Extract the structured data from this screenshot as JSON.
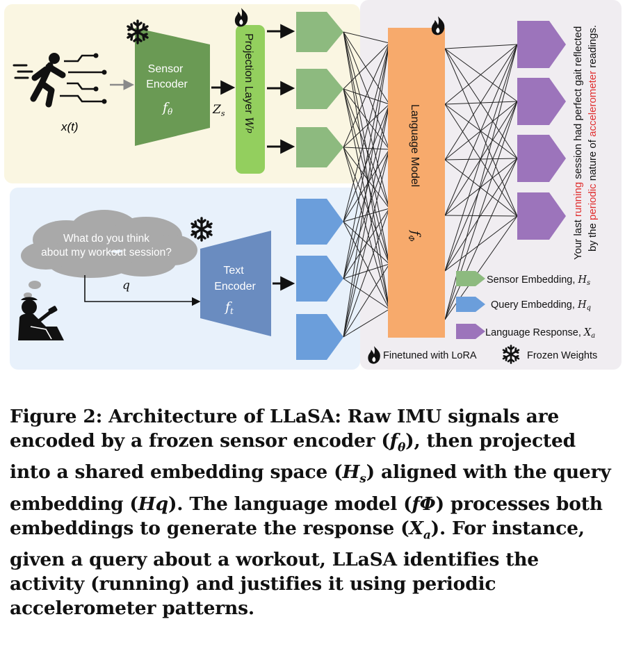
{
  "diagram": {
    "signal_label": "x(t)",
    "sensor_encoder": {
      "line1": "Sensor",
      "line2": "Encoder",
      "symbol": "f",
      "subscript": "θ"
    },
    "sensor_latent": {
      "symbol": "Z",
      "subscript": "s"
    },
    "projection_layer": {
      "label": "Projection Layer",
      "symbol": "W",
      "subscript": "p"
    },
    "query_bubble": {
      "line1": "What do you think",
      "line2": "about my workout session?"
    },
    "query_symbol": "q",
    "text_encoder": {
      "line1": "Text",
      "line2": "Encoder",
      "symbol": "f",
      "subscript": "t"
    },
    "language_model": {
      "label": "Language Model",
      "symbol": "f",
      "subscript": "Φ"
    },
    "response": {
      "line1_pre": "Your last ",
      "line1_hl": "running",
      "line1_post": " session had perfect gait reflected",
      "line2_pre": "by the ",
      "line2_hl1": "periodic",
      "line2_mid": " nature of ",
      "line2_hl2": "accelerometer",
      "line2_post": " readings."
    },
    "legend": {
      "sensor": {
        "label": "Sensor Embedding,",
        "symbol": "H",
        "subscript": "s"
      },
      "query": {
        "label": "Query Embedding,",
        "symbol": "H",
        "subscript": "q"
      },
      "response": {
        "label": "Language Response,",
        "symbol": "X",
        "subscript": "a"
      },
      "finetuned": "Finetuned with LoRA",
      "frozen": "Frozen Weights"
    },
    "colors": {
      "sensor_panel": "#faf6e2",
      "query_panel": "#e8f1fb",
      "lm_panel": "#f0edf1",
      "sensor_encoder": "#6a9a54",
      "projection": "#93cf5e",
      "sensor_embedding": "#8dba7f",
      "text_encoder": "#6a8cc0",
      "query_embedding": "#6b9edb",
      "language_model": "#f7aa6c",
      "response_embedding": "#9c74bb",
      "highlight": "#e03030"
    },
    "icons": [
      "running-person-icon",
      "snowflake-icon",
      "fire-icon",
      "thought-bubble-icon",
      "seated-person-icon"
    ]
  },
  "caption": {
    "parts": [
      "Figure 2: Architecture of LLaSA: Raw IMU signals are encoded by a frozen sensor encoder (",
      "f",
      "θ",
      "), then projected into a shared embedding space (",
      "H",
      "s",
      ") aligned with the query embedding (",
      "H",
      "q",
      "). The language model (",
      "fΦ",
      ") processes both embeddings to generate the response (",
      "X",
      "a",
      "). For instance, given a query about a workout, LLaSA identifies the activity (running) and justifies it using periodic accelerometer patterns."
    ]
  }
}
